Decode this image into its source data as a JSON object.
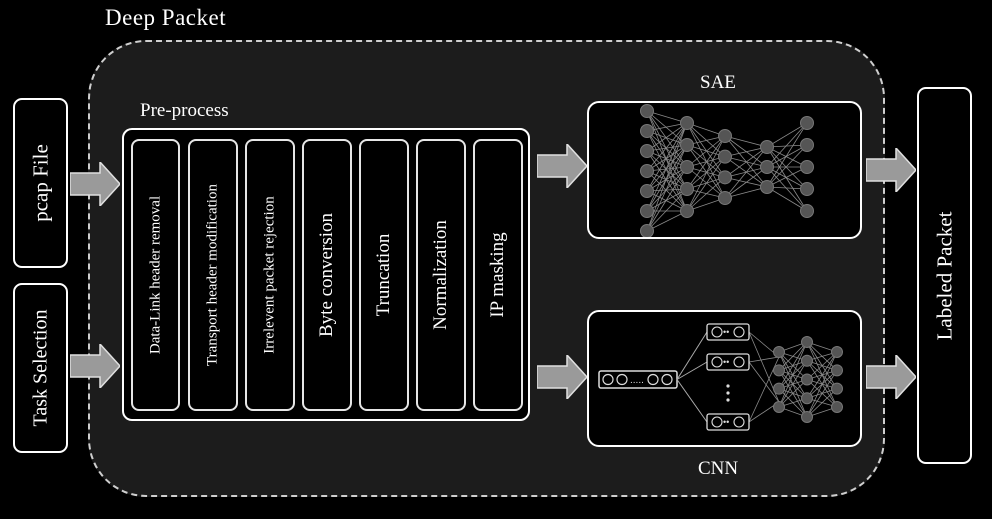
{
  "title": "Deep Packet",
  "inputs": {
    "pcap_file": "pcap File",
    "task_selection": "Task Selection"
  },
  "preprocess": {
    "label": "Pre-process",
    "steps": [
      "Data-Link header removal",
      "Transport header modification",
      "Irrelevent packet rejection",
      "Byte conversion",
      "Truncation",
      "Normalization",
      "IP masking"
    ]
  },
  "models": {
    "sae_label": "SAE",
    "cnn_label": "CNN",
    "cnn_ellipsis": "....."
  },
  "output": {
    "label": "Labeled Packet"
  }
}
